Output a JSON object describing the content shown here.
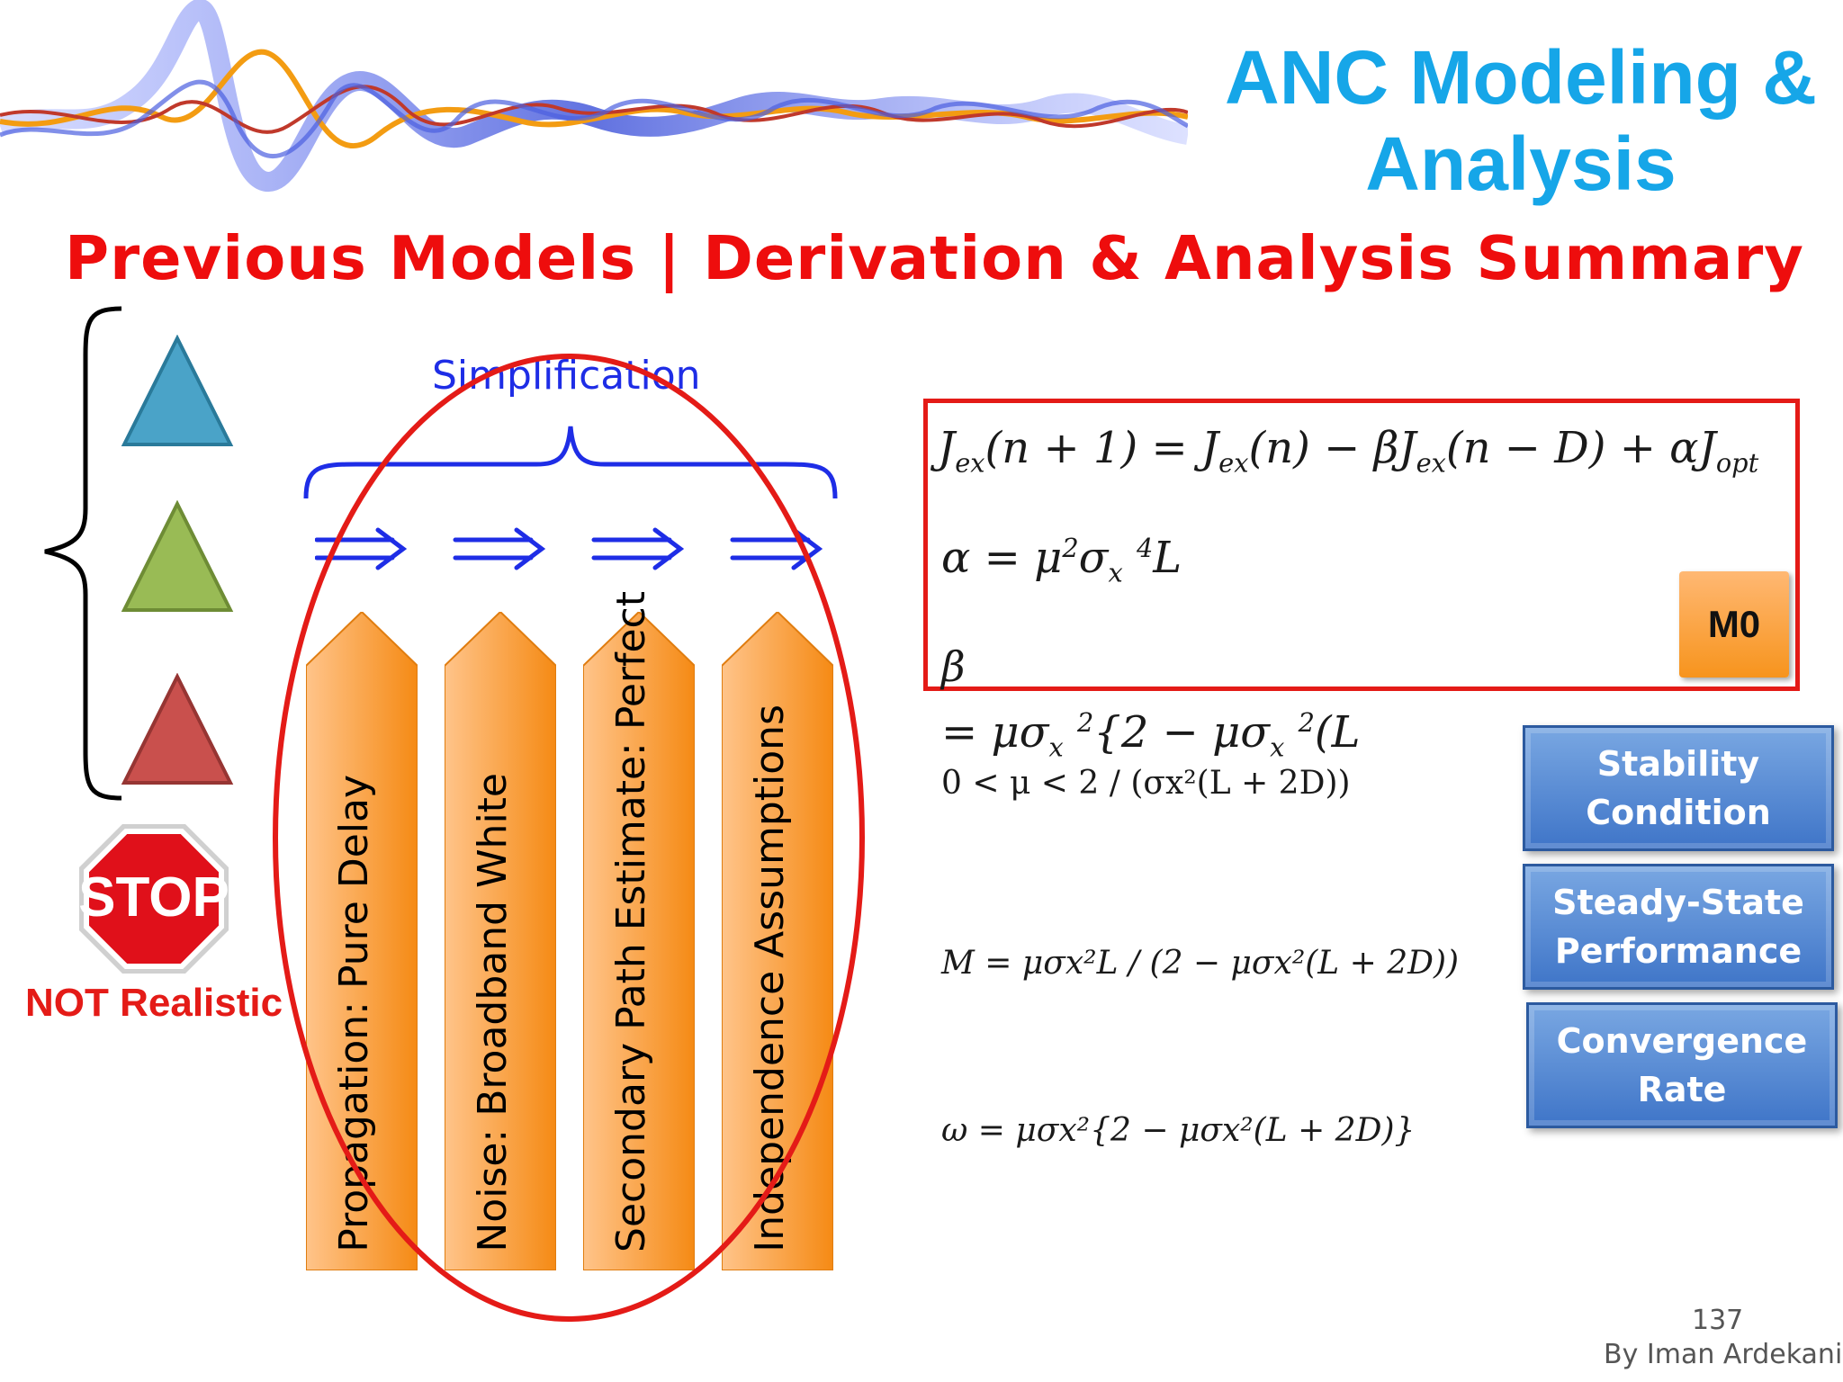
{
  "title": "ANC Modeling & Analysis",
  "subtitle": "Previous Models | Derivation & Analysis Summary",
  "simplification_label": "Simplification",
  "assumptions": [
    {
      "label": "Propagation: Pure Delay"
    },
    {
      "label": "Noise: Broadband White"
    },
    {
      "label": "Secondary Path Estimate: Perfect"
    },
    {
      "label": "Independence Assumptions"
    }
  ],
  "stop_sign_text": "STOP",
  "not_realistic": "NOT Realistic",
  "model_tag": "M0",
  "side_buttons": [
    {
      "label": "Stability\nCondition"
    },
    {
      "label": "Steady-State\nPerformance"
    },
    {
      "label": "Convergence\nRate"
    }
  ],
  "equations": {
    "stability_condition": "0 < μ < 2 / (σx²(L + 2D))",
    "misadjustment": "M = μσx²L / (2 − μσx²(L + 2D))",
    "convergence": "ω = μσx²{2 − μσx²(L + 2D)}"
  },
  "page_number": "137",
  "byline": "By Iman Ardekani",
  "colors": {
    "title": "#16a6e8",
    "subtitle": "#ee0d0d",
    "highlight": "#e41b17",
    "arrow_orange": "#f7941d",
    "button_blue": "#3f75c8"
  }
}
